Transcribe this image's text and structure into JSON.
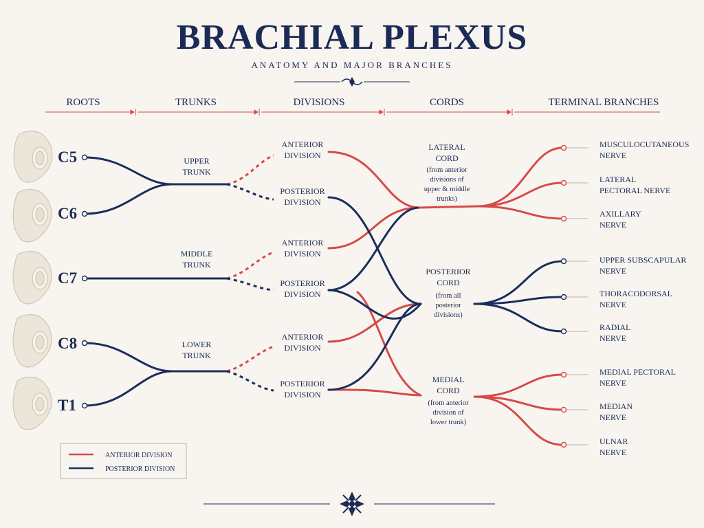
{
  "title": "BRACHIAL PLEXUS",
  "subtitle": "ANATOMY AND MAJOR BRANCHES",
  "columns": {
    "roots": "ROOTS",
    "trunks": "TRUNKS",
    "divisions": "DIVISIONS",
    "cords": "CORDS",
    "terminal": "TERMINAL BRANCHES"
  },
  "roots": [
    "C5",
    "C6",
    "C7",
    "C8",
    "T1"
  ],
  "trunks": {
    "upper": [
      "UPPER",
      "TRUNK"
    ],
    "middle": [
      "MIDDLE",
      "TRUNK"
    ],
    "lower": [
      "LOWER",
      "TRUNK"
    ]
  },
  "divisions": {
    "anterior": [
      "ANTERIOR",
      "DIVISION"
    ],
    "posterior": [
      "POSTERIOR",
      "DIVISION"
    ]
  },
  "cords": {
    "lateral": {
      "name": [
        "LATERAL",
        "CORD"
      ],
      "note": [
        "(from anterior",
        "divisions of",
        "upper & middle",
        "trunks)"
      ]
    },
    "posterior": {
      "name": [
        "POSTERIOR",
        "CORD"
      ],
      "note": [
        "(from all",
        "posterior",
        "divisions)"
      ]
    },
    "medial": {
      "name": [
        "MEDIAL",
        "CORD"
      ],
      "note": [
        "(from anterior",
        "division of",
        "lower trunk)"
      ]
    }
  },
  "terminal_branches": [
    [
      "MUSCULOCUTANEOUS",
      "NERVE"
    ],
    [
      "LATERAL",
      "PECTORAL NERVE"
    ],
    [
      "AXILLARY",
      "NERVE"
    ],
    [
      "UPPER SUBSCAPULAR",
      "NERVE"
    ],
    [
      "THORACODORSAL",
      "NERVE"
    ],
    [
      "RADIAL",
      "NERVE"
    ],
    [
      "MEDIAL PECTORAL",
      "NERVE"
    ],
    [
      "MEDIAN",
      "NERVE"
    ],
    [
      "ULNAR",
      "NERVE"
    ]
  ],
  "legend": {
    "anterior": "ANTERIOR DIVISION",
    "posterior": "POSTERIOR DIVISION"
  },
  "colors": {
    "anterior": "#d64a4a",
    "posterior": "#1b2e5c",
    "text": "#1b2b55",
    "background": "#f8f5f0"
  }
}
